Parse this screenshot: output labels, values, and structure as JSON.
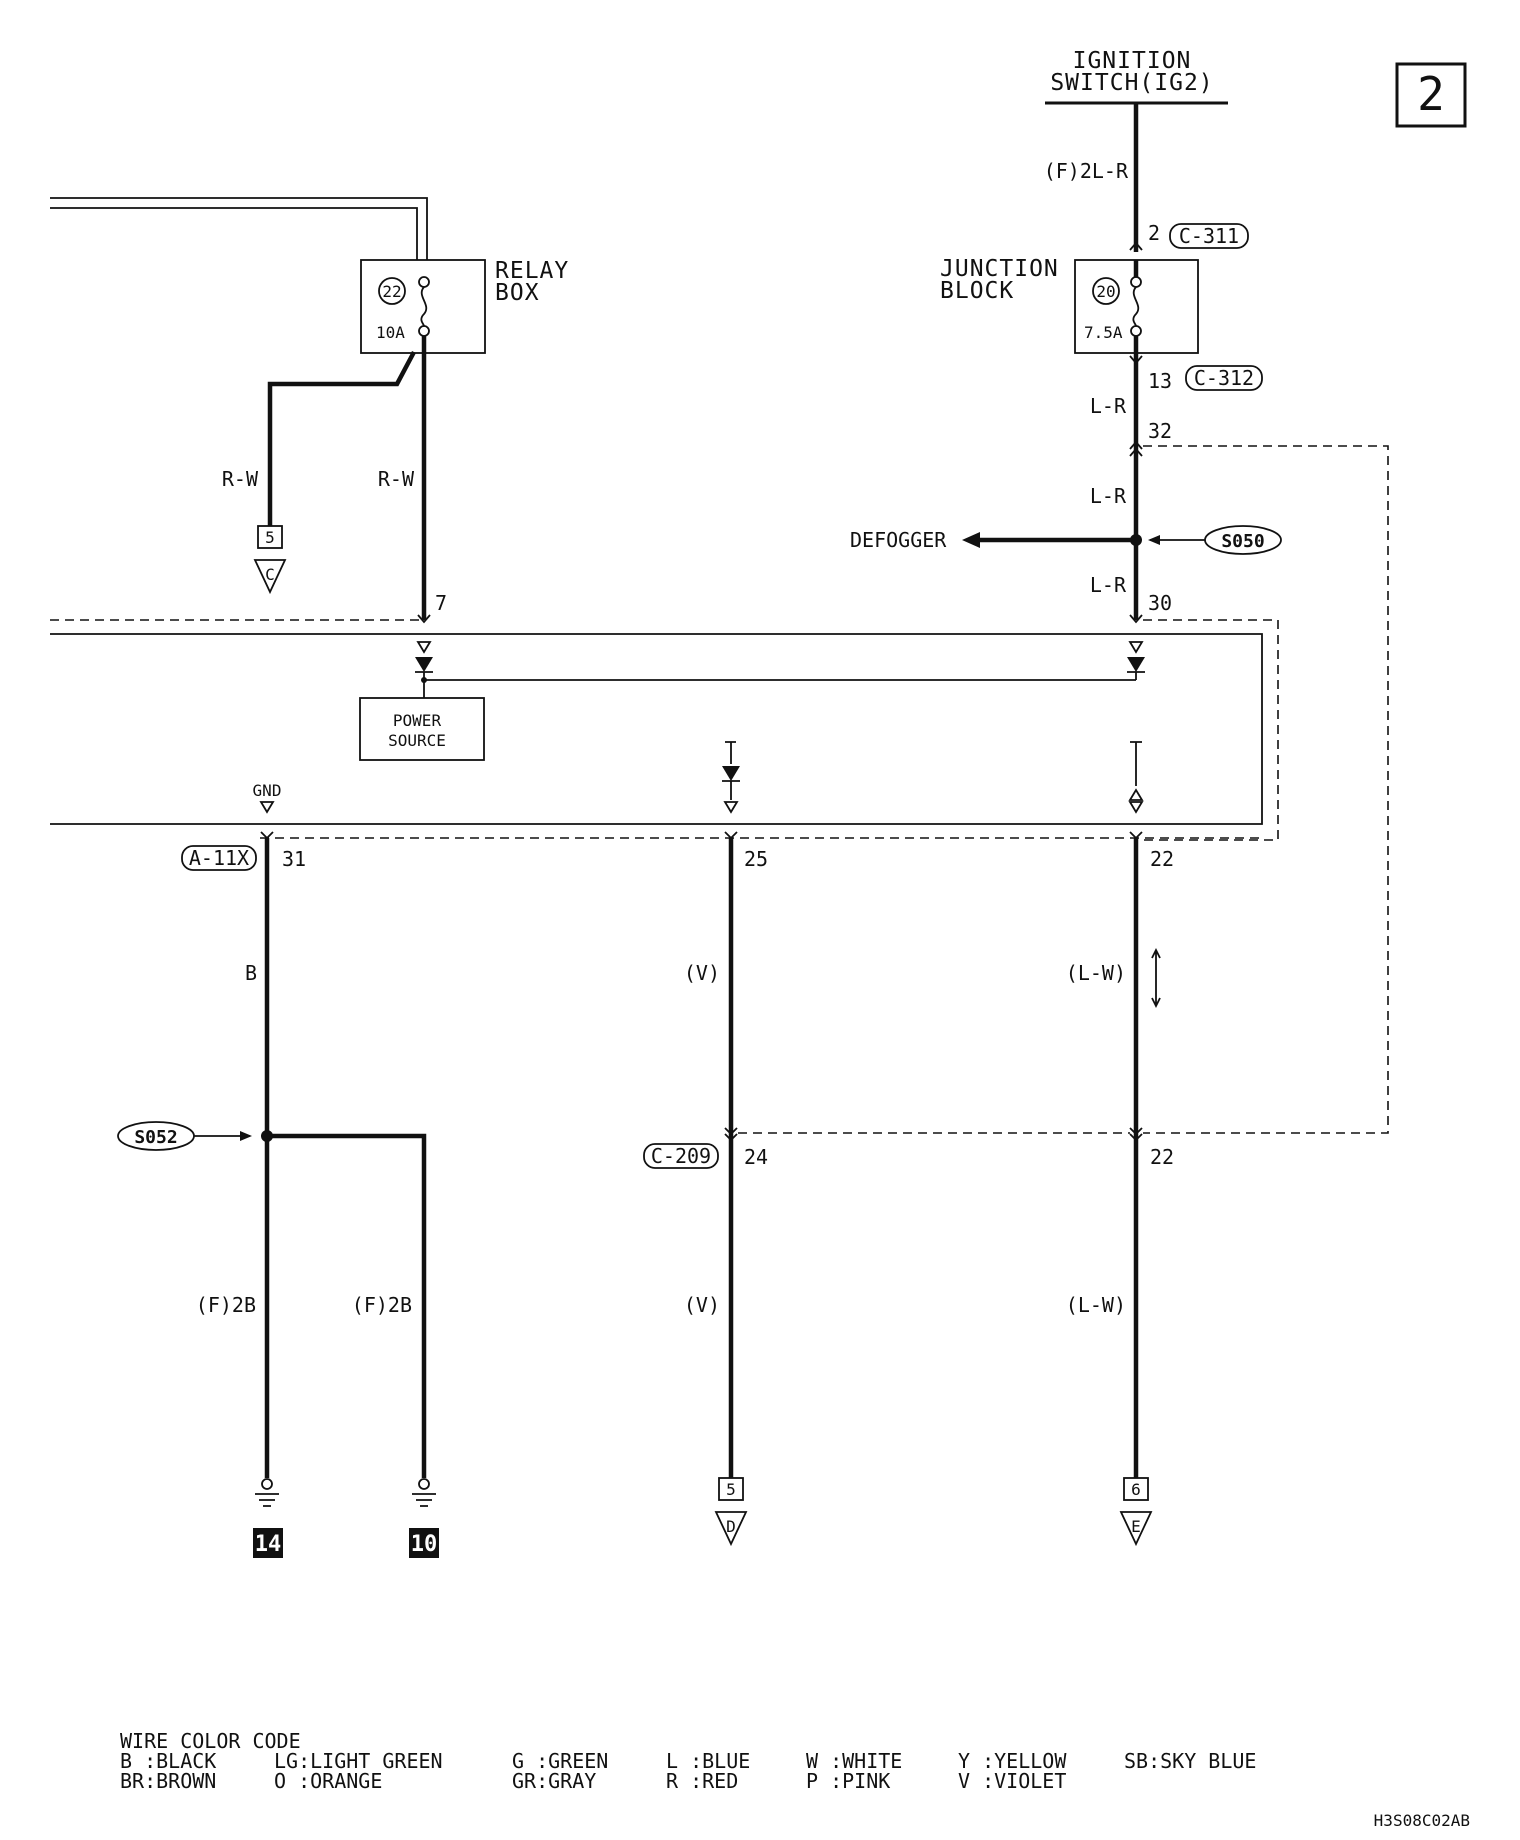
{
  "page_number": "2",
  "ignition": {
    "line1": "IGNITION",
    "line2": "SWITCH(IG2)"
  },
  "relay_box": {
    "line1": "RELAY",
    "line2": "BOX",
    "fuse_no": "22",
    "rating": "10A"
  },
  "junction_block": {
    "line1": "JUNCTION",
    "line2": "BLOCK",
    "fuse_no": "20",
    "rating": "7.5A"
  },
  "wires": {
    "f_2lr": "(F)2L-R",
    "lr_1": "L-R",
    "lr_2": "L-R",
    "lr_3": "L-R",
    "rw_left": "R-W",
    "rw_right": "R-W",
    "b": "B",
    "v_upper": "(V)",
    "lw_upper": "(L-W)",
    "f2b_left": "(F)2B",
    "f2b_right": "(F)2B",
    "v_lower": "(V)",
    "lw_lower": "(L-W)"
  },
  "connectors": {
    "c311": "C-311",
    "c312": "C-312",
    "a11x": "A-11X",
    "c209": "C-209"
  },
  "pins": {
    "p2": "2",
    "p13": "13",
    "p32": "32",
    "p30": "30",
    "p7": "7",
    "p31": "31",
    "p25": "25",
    "p22a": "22",
    "p24": "24",
    "p22b": "22"
  },
  "splices": {
    "s050": "S050",
    "s052": "S052"
  },
  "defogger": "DEFOGGER",
  "power_source": {
    "line1": "POWER",
    "line2": "SOURCE"
  },
  "gnd": "GND",
  "refs": {
    "c": {
      "num": "5",
      "letter": "C"
    },
    "d": {
      "num": "5",
      "letter": "D"
    },
    "e": {
      "num": "6",
      "letter": "E"
    }
  },
  "grounds": {
    "g14": "14",
    "g10": "10"
  },
  "legend": {
    "title": "WIRE COLOR CODE",
    "row1": [
      "B :BLACK",
      "LG:LIGHT GREEN",
      "G :GREEN",
      "L :BLUE",
      "W :WHITE",
      "Y :YELLOW",
      "SB:SKY BLUE"
    ],
    "row2": [
      "BR:BROWN",
      "O :ORANGE",
      "GR:GRAY",
      "R :RED",
      "P :PINK",
      "V :VIOLET"
    ]
  },
  "doc_code": "H3S08C02AB"
}
